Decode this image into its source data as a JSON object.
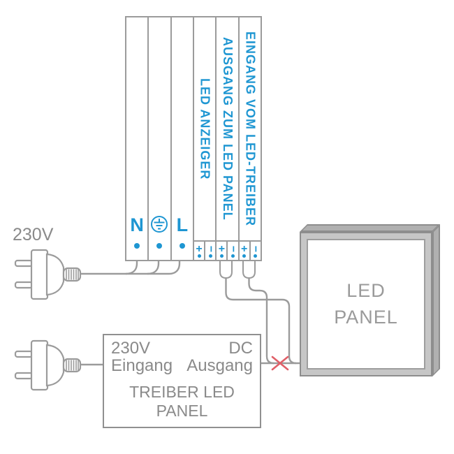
{
  "mains_label": "230V",
  "meter": {
    "columns": [
      {
        "label": "N"
      },
      {
        "icon": "protective-earth"
      },
      {
        "label": "L"
      },
      {
        "label": "LED ANZEIGER",
        "plus": "+",
        "minus": "−"
      },
      {
        "label": "AUSGANG ZUM LED PANEL",
        "plus": "+",
        "minus": "−"
      },
      {
        "label": "EINGANG VOM LED-TREIBER",
        "plus": "+",
        "minus": "−"
      }
    ]
  },
  "driver": {
    "input_top": "230V",
    "input_bottom": "Eingang",
    "output_top": "DC",
    "output_bottom": "Ausgang",
    "name_top": "TREIBER LED",
    "name_bottom": "PANEL"
  },
  "panel": {
    "top": "LED",
    "bottom": "PANEL"
  },
  "colors": {
    "blue": "#1e96d2",
    "line_gray": "#9b9b9b",
    "text_gray": "#8a8a8a",
    "red_x": "#e05f68"
  }
}
